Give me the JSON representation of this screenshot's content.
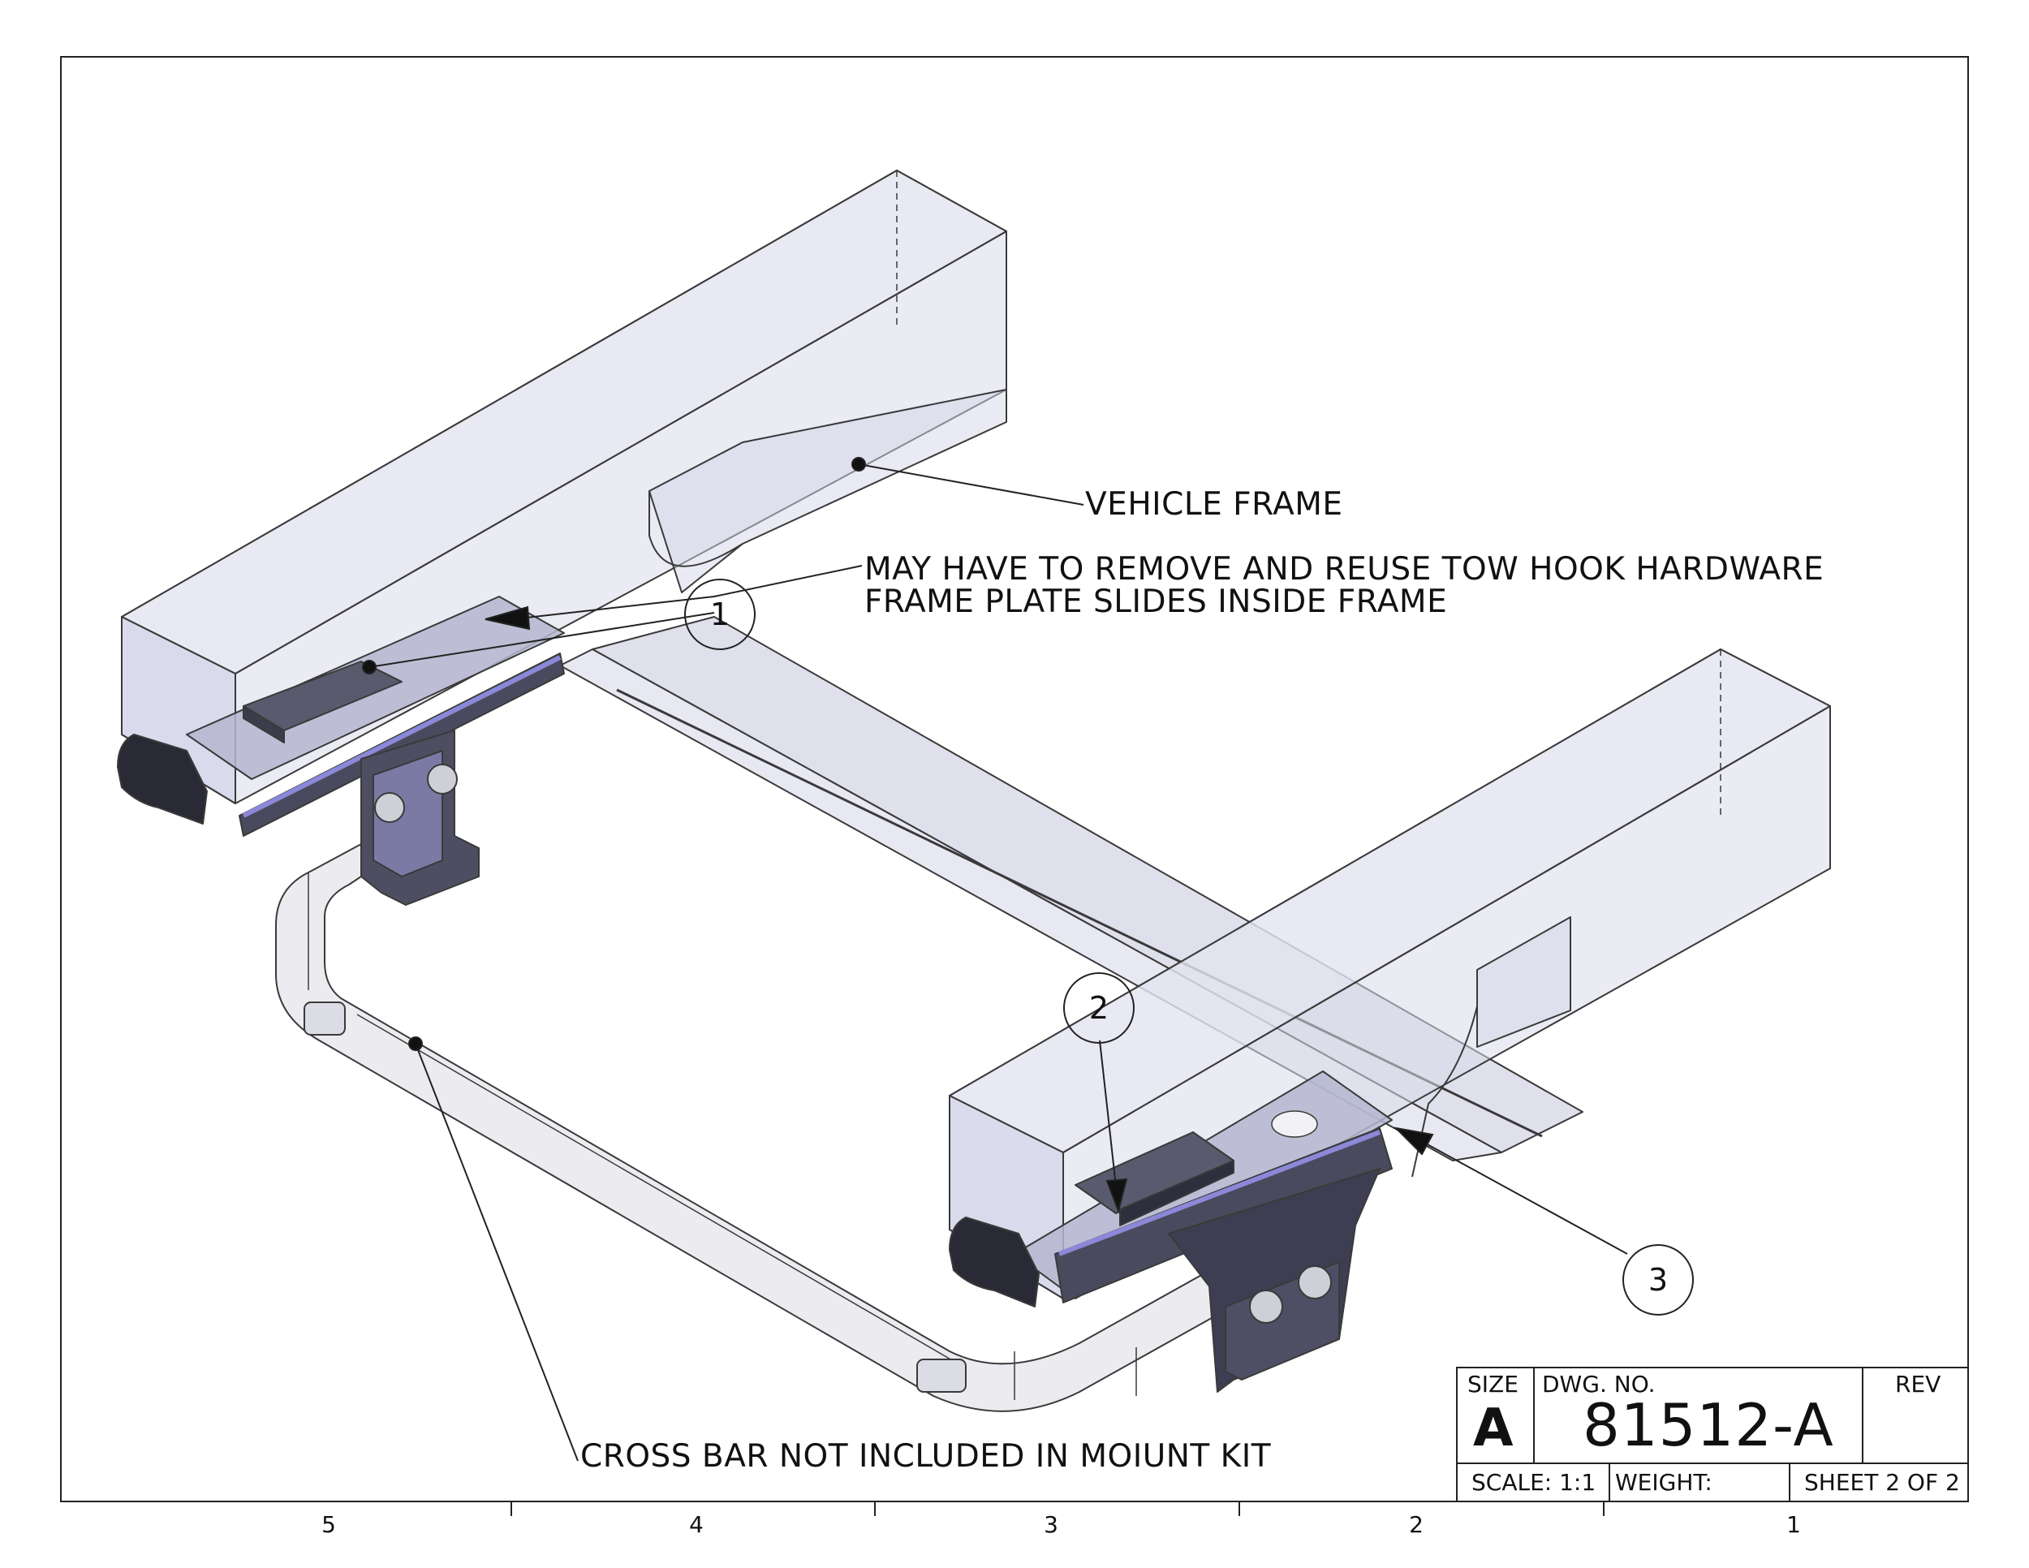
{
  "notes": {
    "vehicle_frame": "VEHICLE FRAME",
    "tow_hook_line1": "MAY HAVE TO REMOVE AND REUSE TOW HOOK HARDWARE",
    "tow_hook_line2": "FRAME PLATE SLIDES INSIDE FRAME",
    "cross_bar": "CROSS BAR NOT INCLUDED IN MOIUNT KIT"
  },
  "balloons": [
    "1",
    "2",
    "3"
  ],
  "zones": [
    "5",
    "4",
    "3",
    "2",
    "1"
  ],
  "title_block": {
    "size_label": "SIZE",
    "size_value": "A",
    "dwg_no_label": "DWG.  NO.",
    "dwg_no_value": "81512-A",
    "rev_label": "REV",
    "scale": "SCALE: 1:1",
    "weight": "WEIGHT:",
    "sheet": "SHEET 2 OF 2"
  },
  "colors": {
    "line": "#333333",
    "frame_fill": "#c9cbe0",
    "bracket": "#4a4a5e",
    "bracket_highlight": "#8c88d8",
    "crossbar_fill": "#e2e2e8"
  }
}
